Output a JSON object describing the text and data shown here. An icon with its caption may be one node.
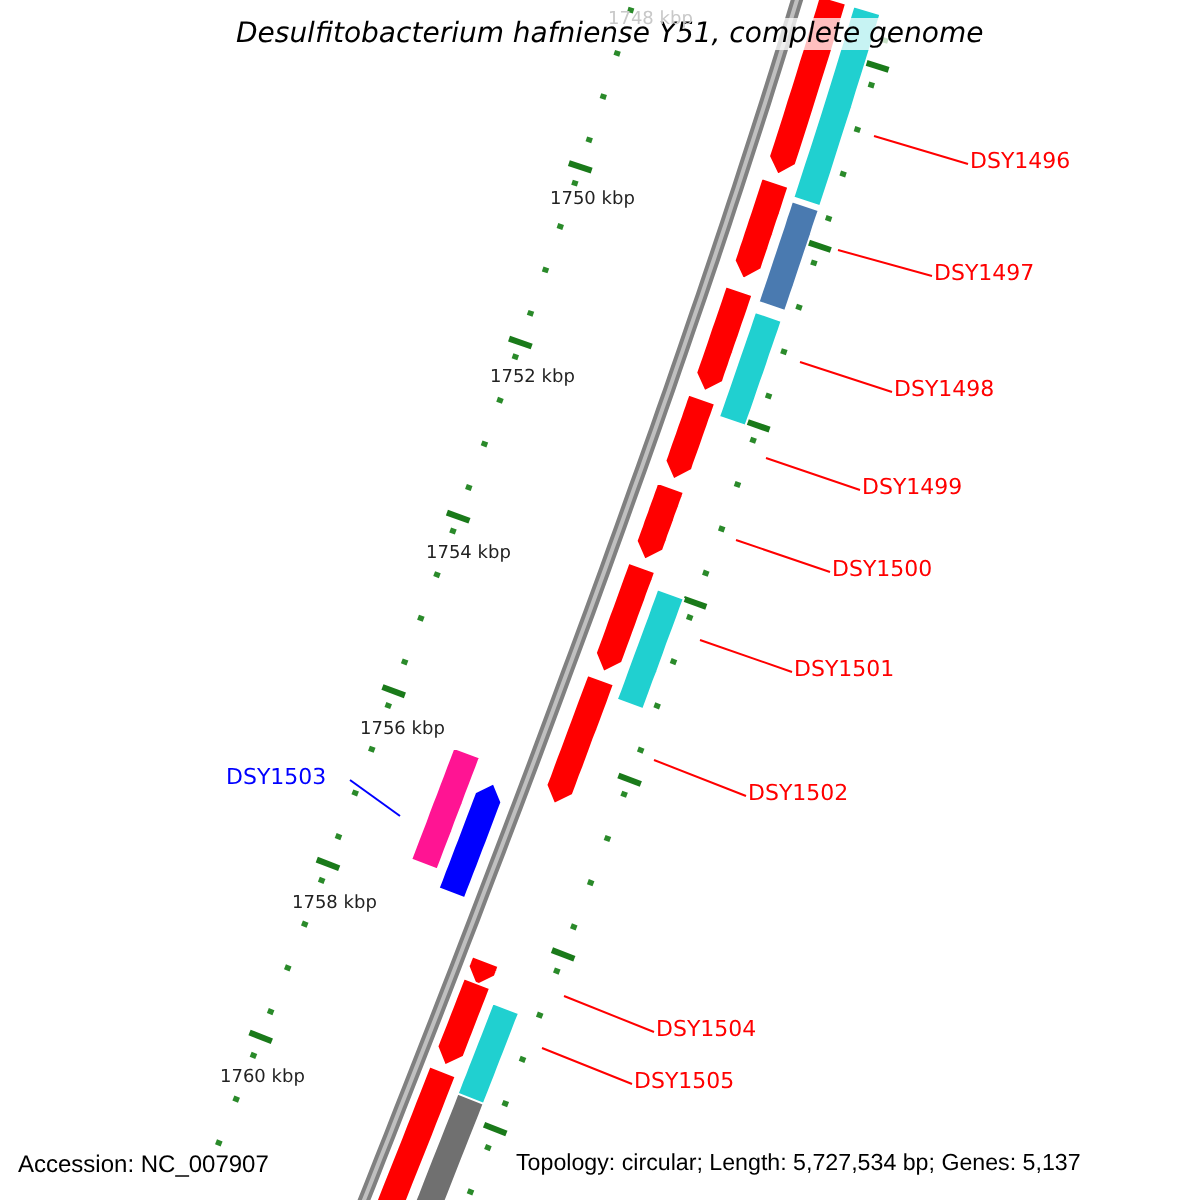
{
  "diagram": {
    "title": "Desulfitobacterium hafniense Y51, complete genome",
    "nodes": [
      {
        "text": [
          "DSY1496"
        ]
      },
      {
        "text": [
          "DSY1497"
        ]
      },
      {
        "text": [
          "DSY1498"
        ]
      },
      {
        "text": [
          "DSY1499"
        ]
      },
      {
        "text": [
          "DSY1500"
        ]
      },
      {
        "text": [
          "DSY1501"
        ]
      },
      {
        "text": [
          "DSY1502"
        ]
      },
      {
        "text": [
          "DSY1503"
        ]
      },
      {
        "text": [
          "DSY1504"
        ]
      },
      {
        "text": [
          "DSY1505"
        ]
      }
    ],
    "edges": [
      {
        "from": 0,
        "to": null,
        "arrow": "none"
      },
      {
        "from": 1,
        "to": null,
        "arrow": "none"
      },
      {
        "from": 2,
        "to": null,
        "arrow": "none"
      },
      {
        "from": 3,
        "to": null,
        "arrow": "none"
      },
      {
        "from": 4,
        "to": null,
        "arrow": "none"
      },
      {
        "from": 5,
        "to": null,
        "arrow": "none"
      },
      {
        "from": 6,
        "to": null,
        "arrow": "none"
      },
      {
        "from": 7,
        "to": null,
        "arrow": "none",
        "color": "#0000ff"
      },
      {
        "from": 8,
        "to": null,
        "arrow": "none"
      },
      {
        "from": 9,
        "to": null,
        "arrow": "none"
      }
    ],
    "labels": [
      "1748 kbp",
      "1750 kbp",
      "1752 kbp",
      "1754 kbp",
      "1756 kbp",
      "1758 kbp",
      "1760 kbp",
      "Accession: NC_007907",
      "Topology: circular; Length: 5,727,534 bp; Genes: 5,137"
    ]
  }
}
